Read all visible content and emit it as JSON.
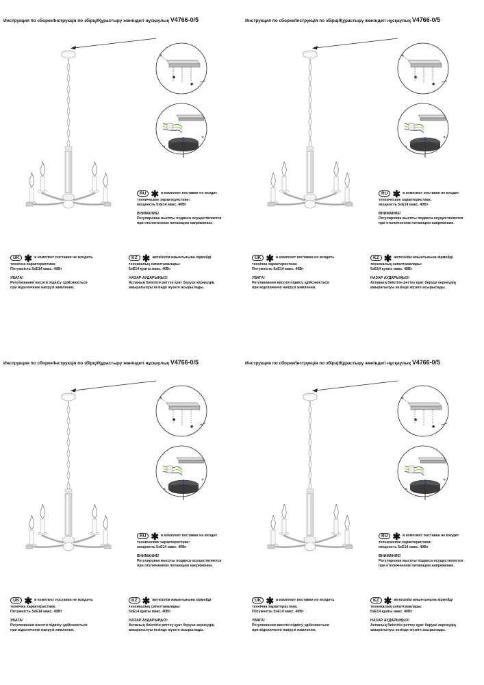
{
  "header": {
    "title_text": "Инструкция по сборке/Інструкція по збірці/Құрастыру жөніндегі нұсқаулық",
    "model": "V4766-0/5"
  },
  "ru": {
    "badge": "RU",
    "note": "в комплект поставки не входит",
    "spec_heading": "технические характеристики:",
    "spec_value": "мощность 5xE14 макс. 40Вт",
    "warn_heading": "ВНИМАНИЕ!",
    "warn_line1": "Регулировка высоты подвеса осуществляется",
    "warn_line2": "при отключенном питающем напряжении."
  },
  "uk": {
    "badge": "UK",
    "note": "в комплект поставки не входить",
    "spec_heading": "технічна характеристика:",
    "spec_value": "Потужність 5xE14 макс. 40Вт",
    "warn_heading": "УВАГА!",
    "warn_line1": "Регулювання висоти підвісу здійснюється",
    "warn_line2": "при відключенні напрузі живлення."
  },
  "kz": {
    "badge": "KZ",
    "note": "жеткізілім жиынтығына кірмейді",
    "spec_heading": "техникалық сипаттамалары:",
    "spec_value": "5xE14 қуаты макс. 40Вт",
    "warn_heading": "НАЗАР АУДАРЫҢЫЗ!",
    "warn_line1": "Аспаның биіктігін реттеу қуат беруші кернеудің",
    "warn_line2": "ажыратылуы кезінде жүзеге асырылады."
  },
  "star_symbol": "✱"
}
